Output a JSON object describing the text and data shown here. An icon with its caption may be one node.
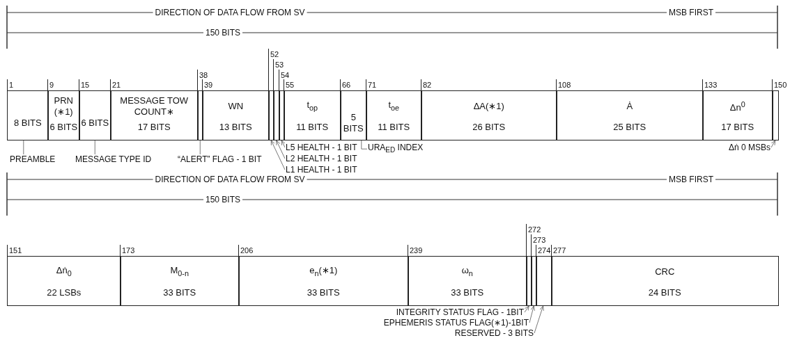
{
  "diagram": {
    "nodes": [
      {
        "text": [
          "8 BITS"
        ],
        "beside": [
          "1"
        ]
      },
      {
        "text": [
          "PRN (∗1)",
          "6 BITS"
        ],
        "beside": [
          "9"
        ]
      },
      {
        "text": [
          "6 BITS"
        ],
        "beside": [
          "15"
        ]
      },
      {
        "text": [
          "MESSAGE TOW COUNT∗",
          "17 BITS"
        ],
        "beside": [
          "21"
        ]
      },
      {
        "text": [],
        "shape": "box",
        "beside": [
          "38"
        ]
      },
      {
        "text": [
          "WN",
          "13 BITS"
        ],
        "beside": [
          "39"
        ]
      },
      {
        "text": [],
        "shape": "box",
        "beside": [
          "52"
        ]
      },
      {
        "text": [],
        "shape": "box",
        "beside": [
          "53"
        ]
      },
      {
        "text": [],
        "shape": "box",
        "beside": [
          "54"
        ]
      },
      {
        "text": [
          "t$_{op}$",
          "11 BITS"
        ],
        "beside": [
          "55"
        ]
      },
      {
        "text": [
          "5 BITS"
        ],
        "beside": [
          "66"
        ]
      },
      {
        "text": [
          "t$_{oe}$",
          "11 BITS"
        ],
        "beside": [
          "71"
        ]
      },
      {
        "text": [
          "ΔA(∗1)",
          "26 BITS"
        ],
        "beside": [
          "82"
        ]
      },
      {
        "text": [
          "Ȧ",
          "25 BITS"
        ],
        "beside": [
          "108"
        ]
      },
      {
        "text": [
          "Δn$^{0}$",
          "17 BITS"
        ],
        "beside": [
          "133"
        ]
      },
      {
        "text": [],
        "shape": "box",
        "beside": [
          "150"
        ]
      },
      {
        "text": [
          "PREAMBLE"
        ]
      },
      {
        "text": [
          "MESSAGE TYPE ID"
        ]
      },
      {
        "text": [
          "“ALERT” FLAG - 1 BIT"
        ]
      },
      {
        "text": [
          "L5 HEALTH - 1 BIT"
        ]
      },
      {
        "text": [
          "L2 HEALTH - 1 BIT"
        ]
      },
      {
        "text": [
          "L1 HEALTH - 1 BIT"
        ]
      },
      {
        "text": [
          "URA$_{ED}$ INDEX"
        ]
      },
      {
        "text": [
          "Δṅ 0 MSBs"
        ]
      },
      {
        "text": [
          "Δṅ$_{0}$",
          "22 LSBs"
        ],
        "beside": [
          "151"
        ]
      },
      {
        "text": [
          "M$_{0-n}$",
          "33 BITS"
        ],
        "beside": [
          "173"
        ]
      },
      {
        "text": [
          "e$_{n}$(∗1)",
          "33 BITS"
        ],
        "beside": [
          "206"
        ]
      },
      {
        "text": [
          "ω$_{n}$",
          "33 BITS"
        ],
        "beside": [
          "239"
        ]
      },
      {
        "text": [],
        "shape": "box",
        "beside": [
          "272"
        ]
      },
      {
        "text": [],
        "shape": "box",
        "beside": [
          "273"
        ]
      },
      {
        "text": [],
        "shape": "box",
        "beside": [
          "274"
        ]
      },
      {
        "text": [
          "CRC",
          "24 BITS"
        ],
        "beside": [
          "277"
        ]
      },
      {
        "text": [
          "INTEGRITY STATUS FLAG - 1BIT"
        ]
      },
      {
        "text": [
          "EPHEMERIS STATUS FLAG(∗1)-1BIT"
        ]
      },
      {
        "text": [
          "RESERVED - 3 BITS"
        ]
      }
    ],
    "edges": [
      {
        "from": 16,
        "to": 0,
        "arrow": "none"
      },
      {
        "from": 17,
        "to": 2,
        "arrow": "none"
      },
      {
        "from": 18,
        "to": 4,
        "arrow": "none"
      },
      {
        "from": 19,
        "to": 8,
        "arrow": "to"
      },
      {
        "from": 20,
        "to": 7,
        "arrow": "to"
      },
      {
        "from": 21,
        "to": 6,
        "arrow": "to"
      },
      {
        "from": 22,
        "to": 10,
        "arrow": "none"
      },
      {
        "from": 23,
        "to": 15,
        "arrow": "to"
      },
      {
        "from": 32,
        "to": 28,
        "arrow": "to"
      },
      {
        "from": 33,
        "to": 29,
        "arrow": "to"
      },
      {
        "from": 34,
        "to": 30,
        "arrow": "to"
      }
    ],
    "labels": [
      "DIRECTION OF DATA FLOW FROM SV",
      "MSB FIRST",
      "150 BITS",
      "DIRECTION OF DATA FLOW FROM SV",
      "MSB FIRST",
      "150 BITS"
    ]
  }
}
